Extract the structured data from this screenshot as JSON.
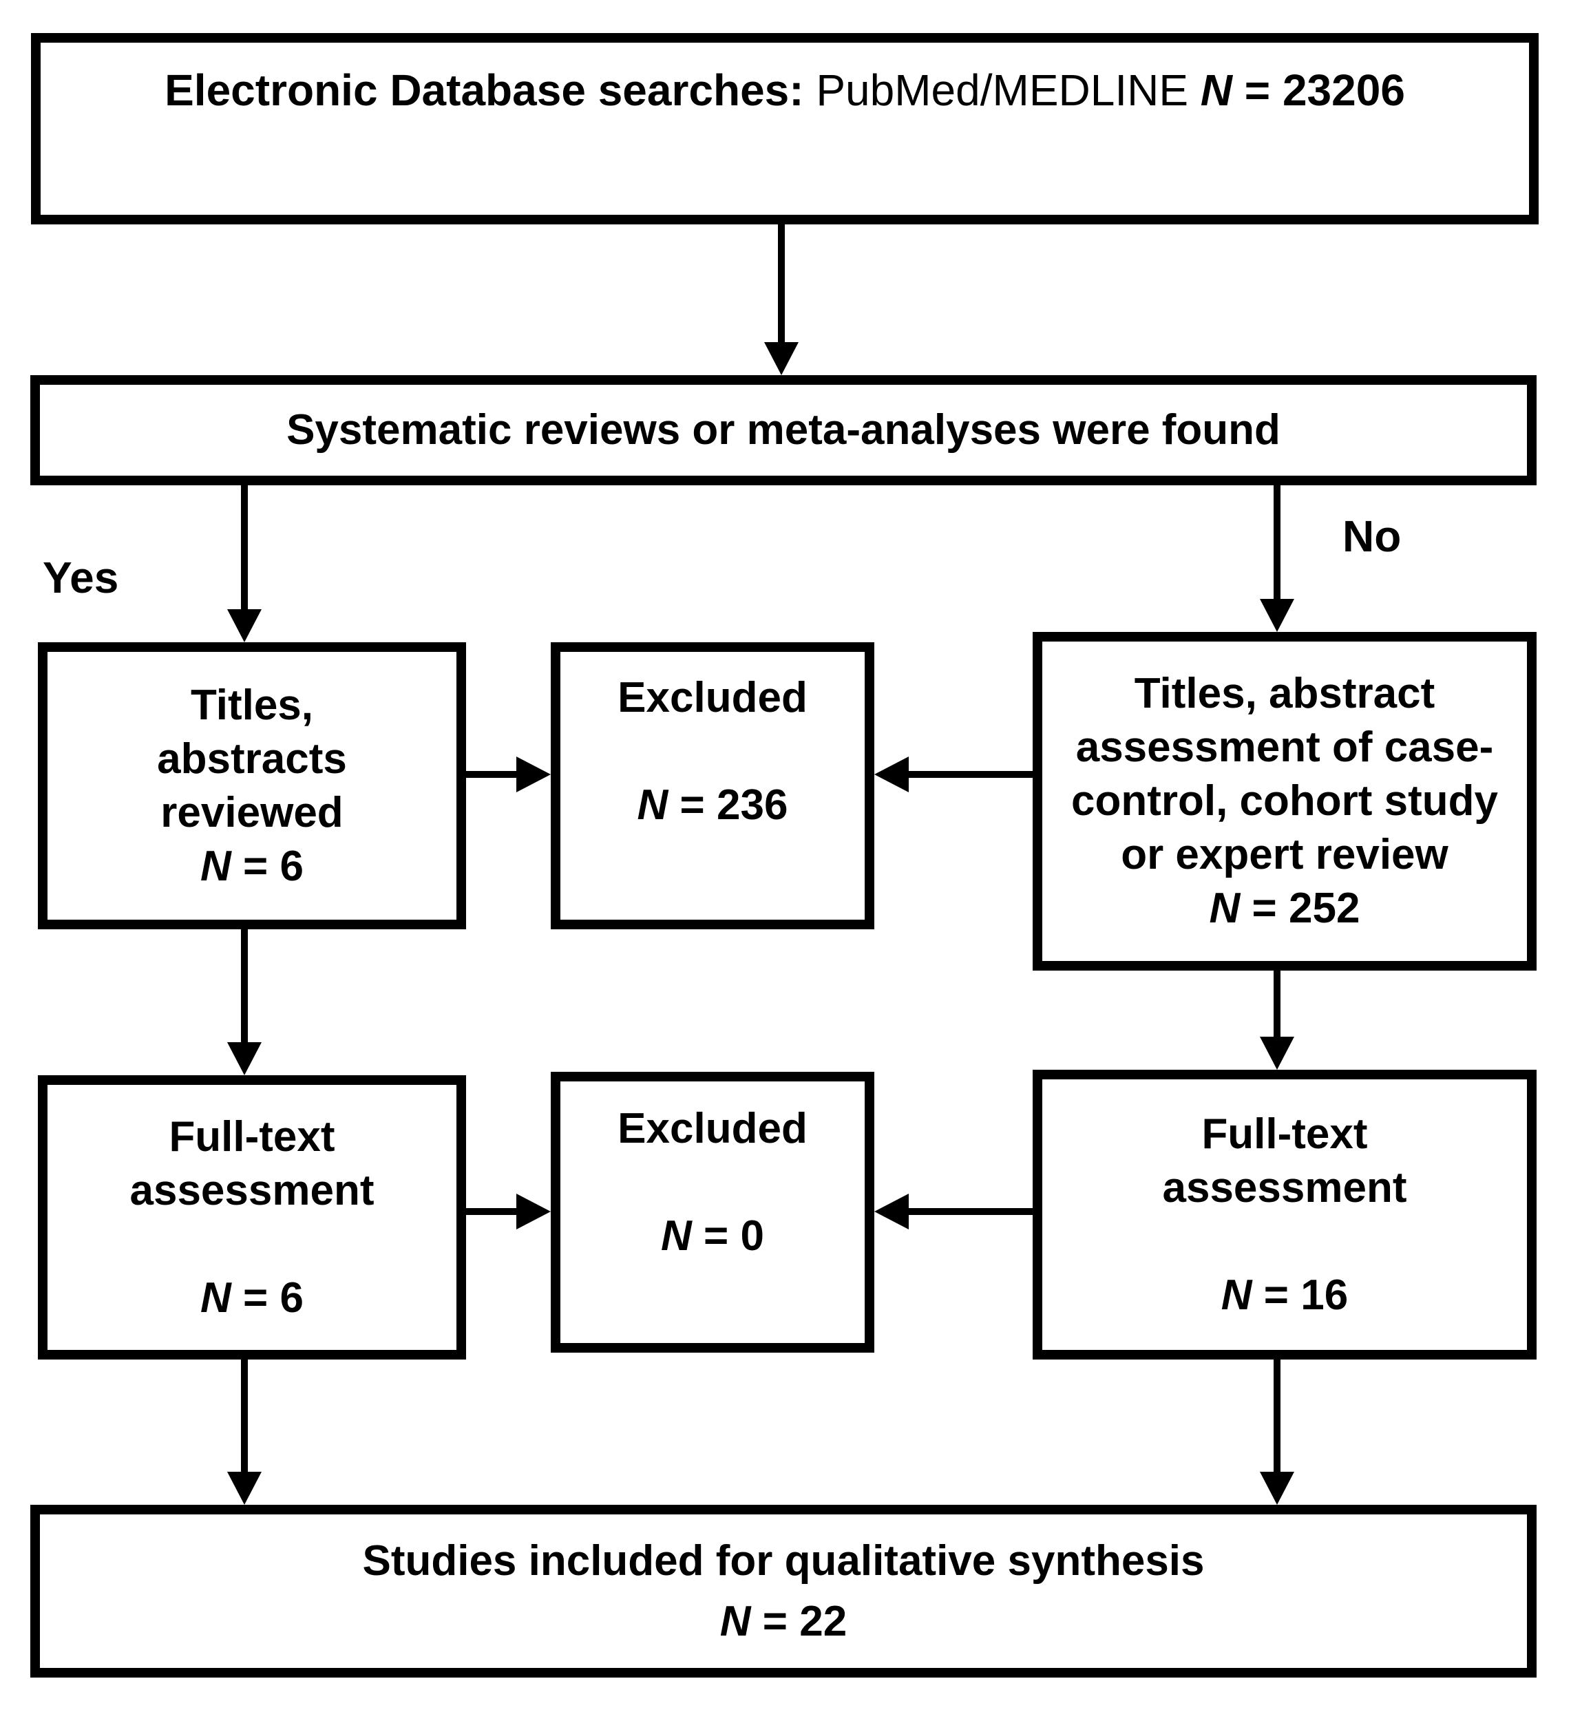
{
  "flow": {
    "top_box": {
      "bold_text": "Electronic Database searches:",
      "plain_text": " PubMed/MEDLINE ",
      "n_italic": "N",
      "n_value": " = 23206"
    },
    "decision_box": {
      "text": "Systematic reviews or meta-analyses were found"
    },
    "labels": {
      "yes": "Yes",
      "no": "No"
    },
    "titles_abstracts_box": {
      "lines": [
        "Titles,",
        "abstracts",
        "reviewed"
      ],
      "n_italic": "N",
      "n_value": " = 6"
    },
    "excluded_box_1": {
      "title": "Excluded",
      "n_italic": "N",
      "n_value": " = 236"
    },
    "case_control_box": {
      "lines": [
        "Titles, abstract",
        "assessment of case-",
        "control, cohort study",
        "or expert review"
      ],
      "n_italic": "N",
      "n_value": " = 252"
    },
    "fulltext_left_box": {
      "lines": [
        "Full-text",
        "assessment"
      ],
      "n_italic": "N",
      "n_value": " = 6"
    },
    "excluded_box_2": {
      "title": "Excluded",
      "n_italic": "N",
      "n_value": " = 0"
    },
    "fulltext_right_box": {
      "lines": [
        "Full-text",
        "assessment"
      ],
      "n_italic": "N",
      "n_value": " = 16"
    },
    "included_box": {
      "title": "Studies included for qualitative synthesis",
      "n_italic": "N",
      "n_value": " = 22"
    },
    "colors": {
      "ink": "#000000",
      "background": "#ffffff"
    }
  }
}
